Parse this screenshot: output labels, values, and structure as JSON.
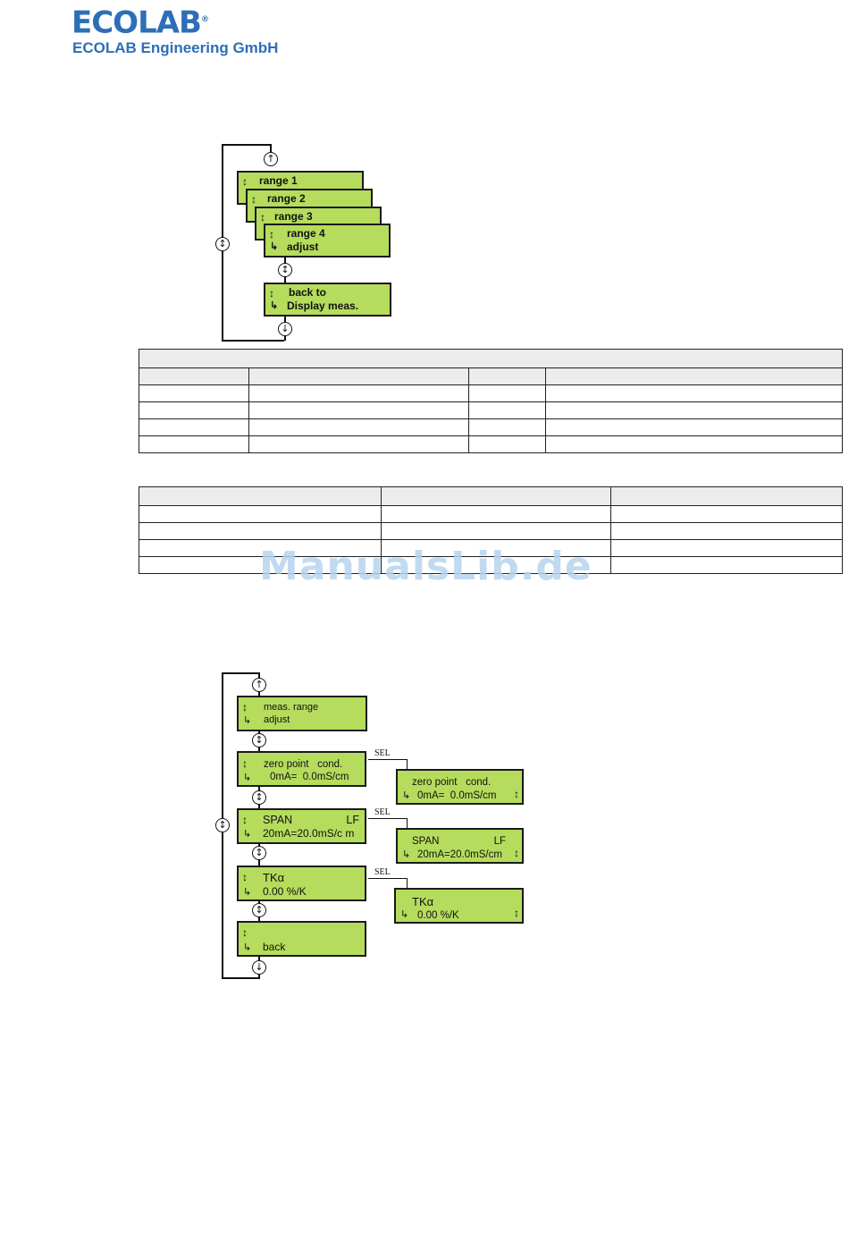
{
  "header": {
    "logo_text": "ECOLAB",
    "logo_reg": "®",
    "company": "ECOLAB Engineering GmbH",
    "brand_color": "#2d6fb6"
  },
  "menu1": {
    "boxes": [
      {
        "label": "range 1"
      },
      {
        "label": "range 2"
      },
      {
        "label": "range 3"
      },
      {
        "line1": "range 4",
        "line2": "adjust"
      }
    ],
    "back_box": {
      "line1": "back to",
      "line2": "Display meas."
    }
  },
  "menu2": {
    "main": [
      {
        "line1": "meas. range",
        "line2": "adjust"
      },
      {
        "line1": "zero point   cond.",
        "line2": "0mA=  0.0mS/cm"
      },
      {
        "line1": "SPAN",
        "line1_right": "LF",
        "line2": "20mA=20.0mS/c m"
      },
      {
        "line1": "TKα",
        "line2": "0.00 %/K"
      },
      {
        "line1": "",
        "line2": "back"
      }
    ],
    "sub": [
      {
        "line1": "zero point   cond.",
        "line2": "0mA=  0.0mS/cm"
      },
      {
        "line1": "SPAN",
        "line1_right": "LF",
        "line2": "20mA=20.0mS/cm"
      },
      {
        "line1": "TKα",
        "line2": "0.00 %/K"
      }
    ],
    "sel_label": "SEL"
  },
  "icons": {
    "updown": "↕",
    "enter": "↳",
    "up": "↑",
    "down": "↓",
    "updown_circle": "↕"
  },
  "watermark": "ManualsLib.de",
  "lcd_color": "#b5dc5c"
}
